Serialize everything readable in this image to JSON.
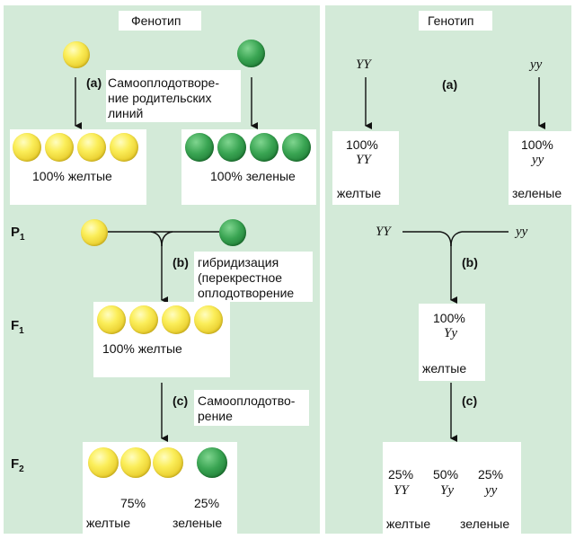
{
  "headers": {
    "phenotype": "Фенотип",
    "genotype": "Генотип"
  },
  "generations": {
    "p1": "P",
    "f1": "F",
    "f2": "F",
    "p1_sub": "1",
    "f1_sub": "1",
    "f2_sub": "2"
  },
  "steps": {
    "a_marker": "(a)",
    "a_text_line1": "Самооплодотворе-",
    "a_text_line2": "ние родительских",
    "a_text_line3": "линий",
    "b_marker": "(b)",
    "b_text_line1": "гибридизация",
    "b_text_line2": "(перекрестное",
    "b_text_line3": "оплодотворение",
    "c_marker": "(c)",
    "c_text_line1": "Самооплодотво-",
    "c_text_line2": "рение"
  },
  "phenotype": {
    "parent_yellow_result": "100% желтые",
    "parent_green_result": "100% зеленые",
    "f1_result": "100% желтые",
    "f2_yellow_pct": "75%",
    "f2_green_pct": "25%",
    "f2_yellow_label": "желтые",
    "f2_green_label": "зеленые"
  },
  "genotype": {
    "parent_yy_dominant": "YY",
    "parent_yy_recessive": "yy",
    "left_result_pct": "100%",
    "left_result_genotype": "YY",
    "left_result_label": "желтые",
    "right_result_pct": "100%",
    "right_result_genotype": "yy",
    "right_result_label": "зеленые",
    "cross_left": "YY",
    "cross_right": "yy",
    "f1_pct": "100%",
    "f1_genotype": "Yy",
    "f1_label": "желтые",
    "f2_pct_1": "25%",
    "f2_pct_2": "50%",
    "f2_pct_3": "25%",
    "f2_gen_1": "YY",
    "f2_gen_2": "Yy",
    "f2_gen_3": "yy",
    "f2_label_yellow": "желтые",
    "f2_label_green": "зеленые"
  },
  "colors": {
    "panel": "#d3ead8",
    "yellow_pea": "#f2dd3c",
    "green_pea": "#2f9a49"
  }
}
